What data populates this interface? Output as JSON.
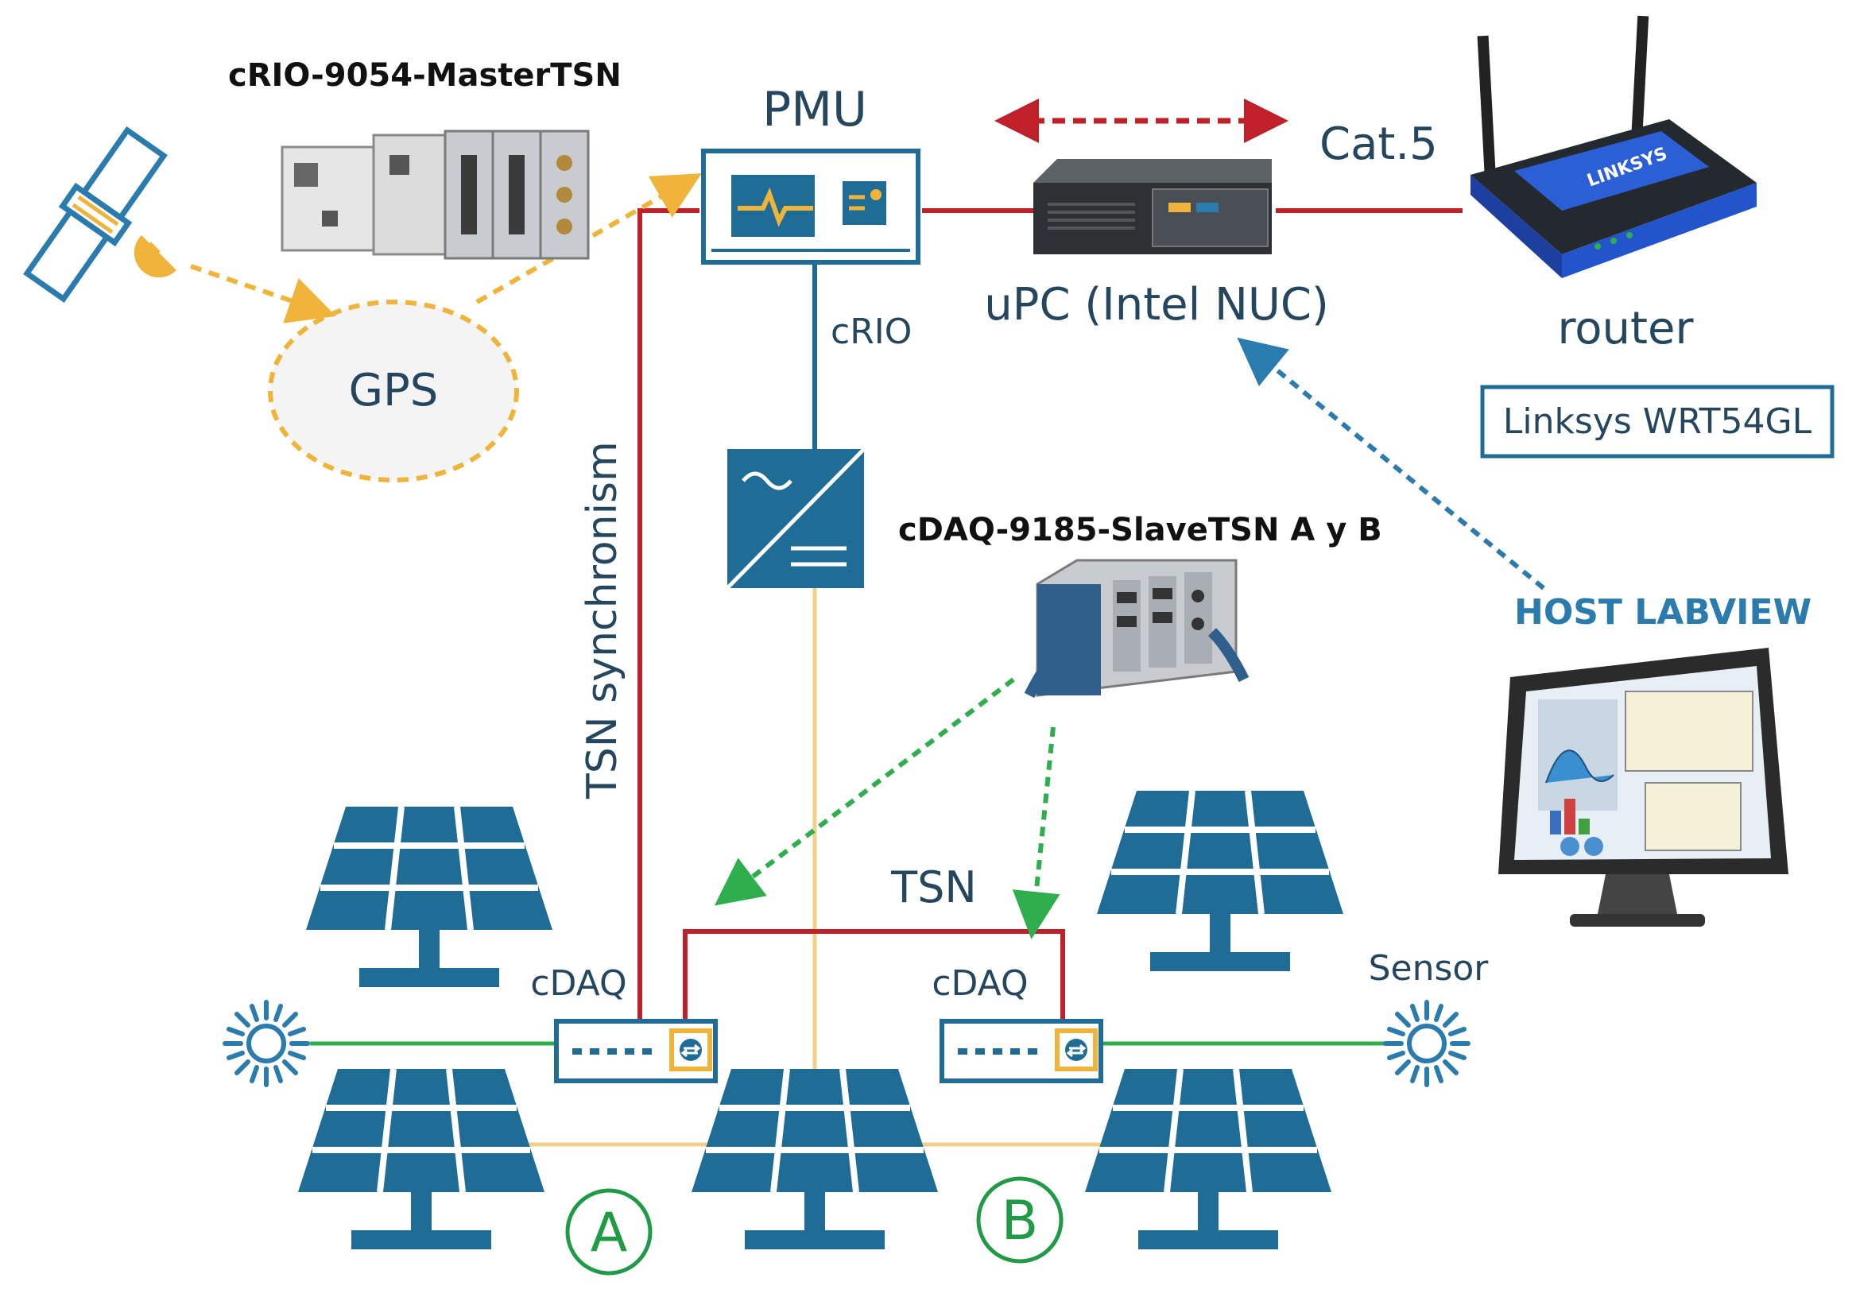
{
  "labels": {
    "crio_master": "cRIO-9054-MasterTSN",
    "pmu": "PMU",
    "cat5": "Cat.5",
    "upc": "uPC (Intel NUC)",
    "router": "router",
    "router_model": "Linksys WRT54GL",
    "router_brand": "LINKSYS",
    "gps": "GPS",
    "crio": "cRIO",
    "tsn_sync": "TSN synchronism",
    "cdaq_slave": "cDAQ-9185-SlaveTSN A y B",
    "host_labview": "HOST LABVIEW",
    "tsn": "TSN",
    "cdaq_left": "cDAQ",
    "cdaq_right": "cDAQ",
    "sensor": "Sensor",
    "group_a": "A",
    "group_b": "B"
  },
  "colors": {
    "navy": "#24465e",
    "panel_blue": "#1f6d96",
    "ethernet_red": "#c0202a",
    "gps_orange": "#f0b43a",
    "sensor_green": "#2fae4e",
    "power_yellow": "#f3d089",
    "device_blue": "#2a7bae"
  },
  "icons": [
    "satellite-icon",
    "solar-panel-icon",
    "sun-sensor-icon",
    "inverter-icon",
    "router-icon",
    "nuc-icon",
    "monitor-icon"
  ]
}
